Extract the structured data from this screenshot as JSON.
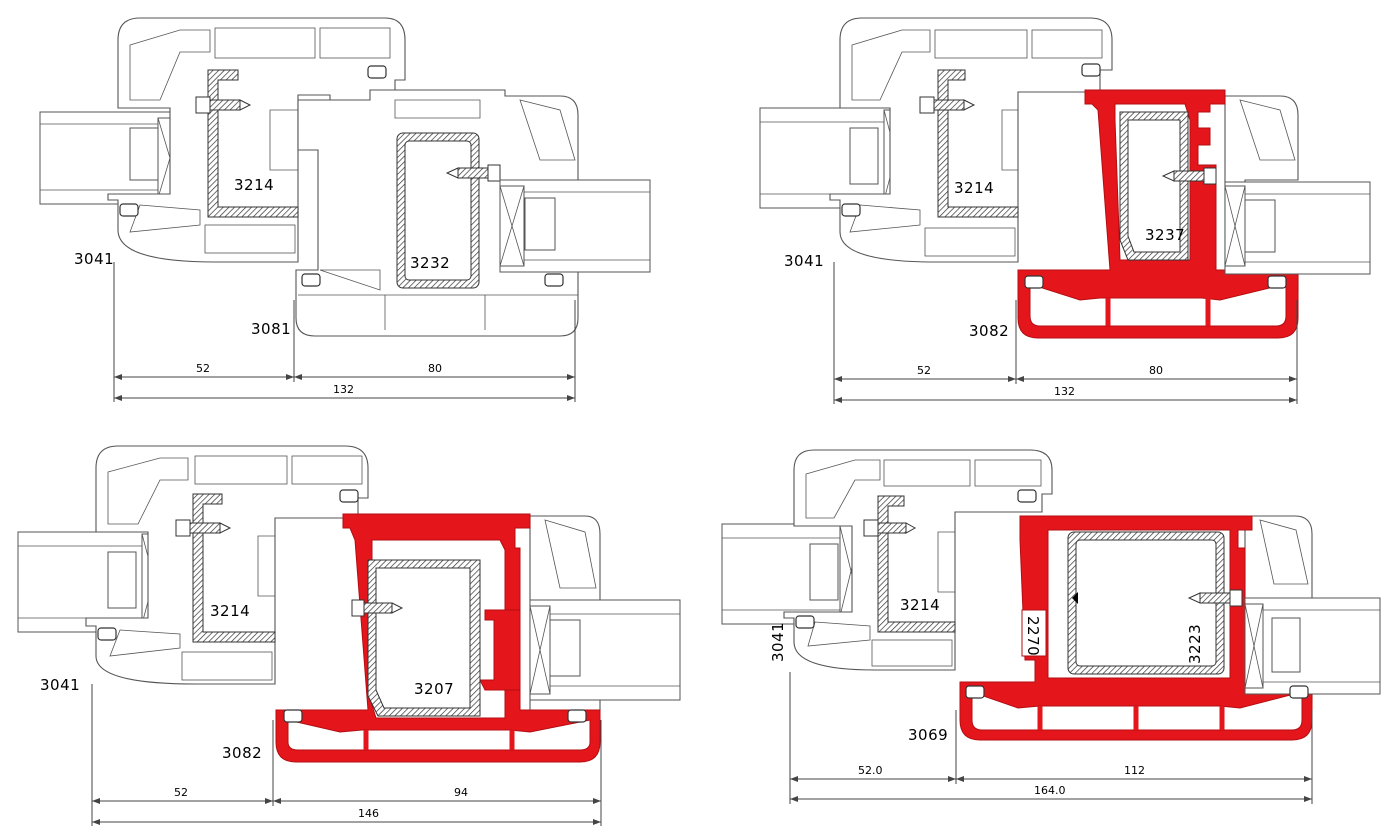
{
  "panels": [
    {
      "id": "top-left",
      "labels": {
        "frame": "3041",
        "reinforcement_left": "3214",
        "reinforcement_right": "3232",
        "mullion": "3081"
      },
      "dims": {
        "left": "52",
        "right": "80",
        "total": "132"
      },
      "mullion_highlighted": false,
      "label_rotated": false
    },
    {
      "id": "top-right",
      "labels": {
        "frame": "3041",
        "reinforcement_left": "3214",
        "reinforcement_right": "3237",
        "mullion": "3082"
      },
      "dims": {
        "left": "52",
        "right": "80",
        "total": "132"
      },
      "mullion_highlighted": true,
      "label_rotated": false
    },
    {
      "id": "bottom-left",
      "labels": {
        "frame": "3041",
        "reinforcement_left": "3214",
        "reinforcement_right": "3207",
        "mullion": "3082"
      },
      "dims": {
        "left": "52",
        "right": "94",
        "total": "146"
      },
      "mullion_highlighted": true,
      "label_rotated": false
    },
    {
      "id": "bottom-right",
      "labels": {
        "frame": "3041",
        "reinforcement_left": "3214",
        "reinforcement_right": "3223",
        "mullion": "3069",
        "insert": "2270"
      },
      "dims": {
        "left": "52.0",
        "right": "112",
        "total": "164.0"
      },
      "mullion_highlighted": true,
      "label_rotated": true
    }
  ],
  "colors": {
    "highlight": "#e4161b",
    "line": "#555555"
  }
}
